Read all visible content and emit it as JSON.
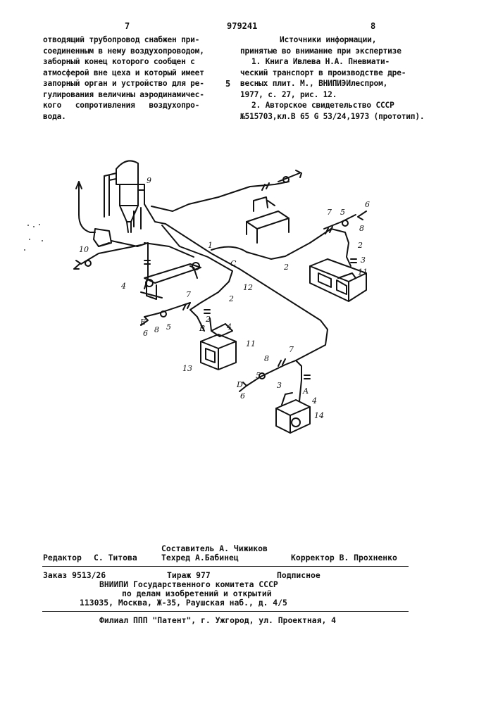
{
  "header": {
    "page_left": "7",
    "patent_number": "979241",
    "page_right": "8"
  },
  "left_column": [
    "отводящий трубопровод снабжен при-",
    "соединенным в нему воздухопроводом,",
    "заборный конец которого сообщен с",
    "атмосферой вне цеха и который имеет",
    "запорный орган и устройство для ре-",
    "гулирования величины аэродинамичес-",
    "кого   сопротивления   воздухопро-",
    "вода."
  ],
  "right_column": {
    "heading1": "Источники информации,",
    "heading2": "принятые во внимание при экспертизе",
    "lines": [
      "1. Книга Ивлева Н.А. Пневмати-",
      "ческий транспорт в производстве дре-",
      "весных плит. М., ВНИПИЭИлеспром,",
      "1977, с. 27, рис. 12.",
      "2. Авторское свидетельство СССР",
      "№515703,кл.В 65 G 53/24,1973 (прототип)."
    ]
  },
  "line_marker": "5",
  "drawing_labels": {
    "l9": "9",
    "l10": "10",
    "l1": "1",
    "lC": "С",
    "l12": "12",
    "l2a": "2",
    "l2b": "2",
    "l2c": "2",
    "l2d": "2",
    "l3a": "3",
    "l3b": "3",
    "l4a": "4",
    "l4b": "4",
    "l4c": "4",
    "l5a": "5",
    "l5b": "5",
    "l5c": "5",
    "l6a": "6",
    "l6b": "6",
    "l6c": "6",
    "l7a": "7",
    "l7b": "7",
    "l7c": "7",
    "l8a": "8",
    "l8b": "8",
    "l8c": "8",
    "l11a": "11",
    "l11b": "11",
    "l13": "13",
    "l14": "14",
    "lA": "А",
    "lB": "В",
    "lD": "D",
    "lE": "Е"
  },
  "imprint": {
    "editor_label": "Редактор",
    "editor_name": "С. Титова",
    "compiler": "Составитель А. Чижиков",
    "techred": "Техред А.Бабинец",
    "corrector": "Корректор В. Прохненко",
    "order": "Заказ 9513/26",
    "circulation": "Тираж 977",
    "subscription": "Подписное",
    "org1": "ВНИИПИ Государственного комитета СССР",
    "org2": "по делам изобретений и открытий",
    "address": "113035, Москва, Ж-35, Раушская наб., д. 4/5",
    "branch": "Филиал ППП \"Патент\", г. Ужгород, ул. Проектная, 4"
  }
}
